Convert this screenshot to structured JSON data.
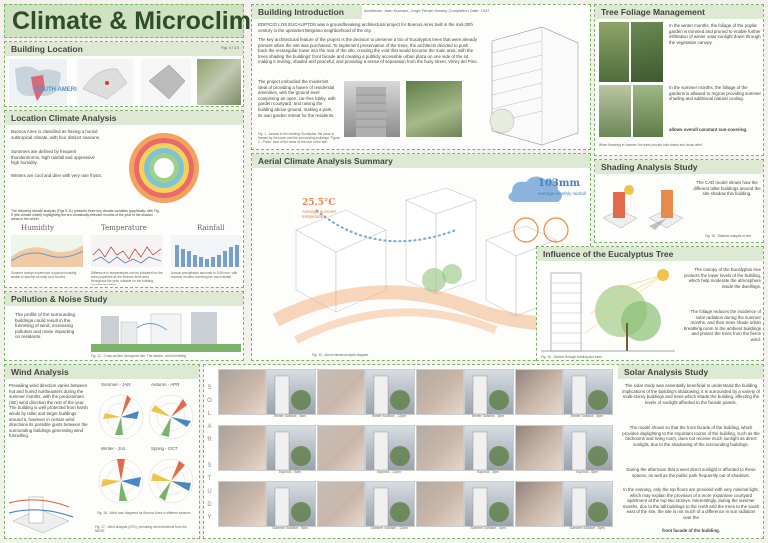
{
  "title": "Climate & Microclimate",
  "building_location": {
    "header": "Building Location",
    "fig": "Figs. 6,7 & 8",
    "map_label": "SOUTH AMERICA"
  },
  "location_climate": {
    "header": "Location Climate Analysis",
    "text1": "Buenos Aires is classified as having a humid subtropical climate, with four distinct seasons.",
    "text2": "Summers are defined by frequent thunderstorms, high rainfall and oppressive high humidity.",
    "text3": "Winters are cool and drier with very rare frosts.",
    "text4": "The following climate analysis (Figs 9-11) presents three key climate variables graphically: with Fig. 9 (the climate wheel) highlighting the ten climatically-relevant months of the year in the shaded areas in the wheel.",
    "humidity_label": "Humidity",
    "temperature_label": "Temperature",
    "rainfall_label": "Rainfall",
    "humidity_cap": "Summer foreign experience in typical humidity, similar to autumn as daily cool months.",
    "temperature_cap": "Difference in temperatures can be indicated for the area properties as the Buenos Aires area throughout the year, suitable for the building housing as stated.",
    "rainfall_cap": "Annual precipitation amounts to 1050 mm, with summer months receiving the most rainfall."
  },
  "pollution": {
    "header": "Pollution & Noise Study",
    "text": "The profile of the surrounding buildings could result in the funneling of wind, increasing pollution and noise impacting on residents.",
    "cap": "Fig. 12 - Cross-section throughout site: The section, wind funnelling."
  },
  "building_intro": {
    "header": "Building Introduction",
    "meta": "Architects: Juan Kucharz, Jorge Ferrari Hardoy    Completion Date: 1947",
    "p1": "EDIFICIO LOS EUCALIPTOS was a groundbreaking architectural project for Buenos Aires built in the mid-20th century in the upmarket Belgrano neighborhood of the city.",
    "p2": "The key architectural feature of the project is the decision to preserve a trio of Eucalyptus trees that were already present when the site was purchased. To implement preservation of the trees, the architects decided to push back the rectangular tower into the rear of the site, creating the void that would become the main area, with the trees shading the buildings' front facade and creating a publicly accessible urban plaza on one side of the lot, making it inviting, shaded and peaceful, and providing a sense of separation from the busy street, Virrey del Pino.",
    "p3": "The project embodied the modernist ideal of providing a haven of residential amenities, with the ground level comprising an open, car-free lobby, with garden courtyard, and raising the building above ground, making a park, its own garden retreat for the residents.",
    "cap": "Fig. 1 - Access to the building: Eucaliptos, the plaza is framed by the tower and the surrounding buildings. Figure 2 - Photo: view of the tower at the rear of the site."
  },
  "aerial": {
    "header": "Aerial Climate Analysis Summary",
    "rain_value": "103mm",
    "rain_label": "average monthly rainfall",
    "temp_value": "25.5°C",
    "temp_label": "Average summer temperature",
    "cap": "Fig. 13 - Aerial climate analysis diagram"
  },
  "foliage": {
    "header": "Tree Foliage Management",
    "text1": "In the winter months, the foliage of the poplar garden is trimmed and pruned to enable further infiltration of winter solar sunlight down through the vegetative canopy.",
    "text2": "In the summer months, the foliage of the gardens is allowed to regrow providing summer shading and additional natural cooling.",
    "bold": "allows overall constant sun-covering.",
    "cap": "When flowering in summer, the trees provide both shade and visual relief."
  },
  "shading": {
    "header": "Shading Analysis Study",
    "text": "The CAD model shows how the different taller buildings around the site shadow this building.",
    "cap": "Fig. 15 - Shadow analysis of site"
  },
  "eucalyptus": {
    "header": "Influence of the Eucalyptus Tree",
    "text1": "The canopy of the Eucalyptus tree protects the lower levels of the building, which help moderate the atmosphere inside the dwellings.",
    "text2": "The foliage reduces the incidence of solar radiation during the summer months, and their trees shade urban breathing room to the ambient buildings and protect the trees from the fierce wind.",
    "cap": "Fig. 16 - Section through building and trees"
  },
  "wind": {
    "header": "Wind Analysis",
    "text": "Prevailing wind direction varies between hot and humid northeasters during the summer months, with the predominant (SE) wind direction the rest of the year. The building is well protected from harsh winds by taller and larger buildings around it, however in certain wind directions its possible gusts between the surrounding buildings generating wind funnelling.",
    "summer": "Summer - JAN",
    "autumn": "Autumn - APR",
    "winter": "Winter - JUL",
    "spring": "Spring - OCT",
    "cap": "Fig. 18 - Wind rose diagrams for Buenos Aires in different seasons",
    "cap2": "Fig. 17 - Wind analysis (CFD), prevailing wind directions from the NE/SE"
  },
  "solar": {
    "header": "Solar Analysis Study",
    "vertical": [
      "S",
      "O",
      "L",
      "A",
      "R",
      " ",
      "S",
      "T",
      "U",
      "D",
      "Y"
    ],
    "text1": "The solar study was essentially beneficial to understand the building implications of the building's shadowing; it is surrounded by a variety of multi-storey buildings and trees which shade the building, affecting the levels of sunlight afforded to the facade panels.",
    "text2": "The model shows so that the front facade of the building, which provides daylighting to the important rooms of the building, such as the bedrooms and living room, does not receive much sunlight as direct sunlight, due to the shadowing of the surrounding buildings.",
    "text3": "During the afternoon that a west direct sunlight is afforded to these spaces, as well as the public park frequently out of shadows.",
    "text4": "In the evening, only the top floors are provided with very minimal light, which may explain the provision of a more expansive courtyard apartment at the top two storeys. Interestingly, during the summer months, due to the tall buildings to the north and the trees to the south east of the site, the site is not much of a difference in sun radiation over the",
    "bold": "front facade of the building.",
    "labels": [
      "Winter Solstice - 9am",
      "Winter Solstice - 12pm",
      "Winter Solstice - 3pm",
      "Winter Solstice - 6pm",
      "Equinox - 9am",
      "Equinox - 12pm",
      "Equinox - 3pm",
      "Equinox - 6pm",
      "Summer Solstice - 9am",
      "Summer Solstice - 12pm",
      "Summer Solstice - 3pm",
      "Summer Solstice - 6pm"
    ]
  },
  "colors": {
    "accent": "#7cb26a",
    "header_bg": "#dde9d2",
    "title_bg": "#cfe3c0"
  }
}
